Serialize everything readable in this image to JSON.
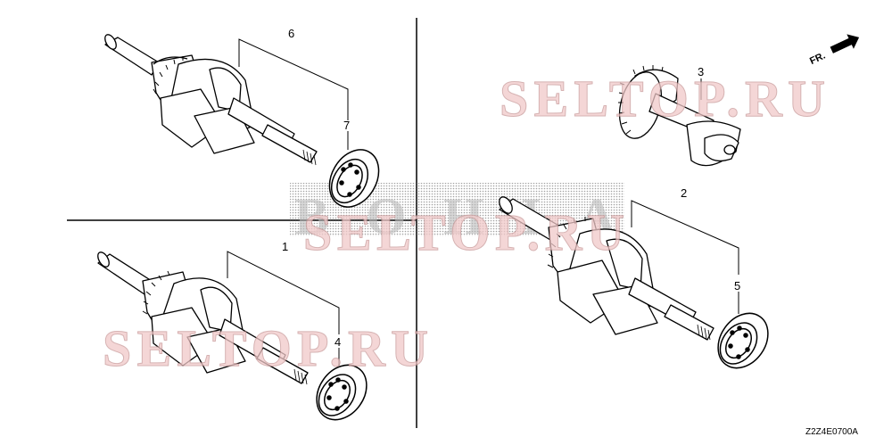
{
  "callouts": {
    "c1": "1",
    "c2": "2",
    "c3": "3",
    "c4": "4",
    "c5": "5",
    "c6": "6",
    "c7": "7"
  },
  "direction_label": "FR.",
  "diagram_code": "Z2Z4E0700A",
  "watermark": "SELTOP.RU",
  "watermark_dark": "BOHIA",
  "colors": {
    "line": "#000000",
    "watermark_fill": "#f1c9c9",
    "watermark_stroke": "#c99a9a"
  }
}
